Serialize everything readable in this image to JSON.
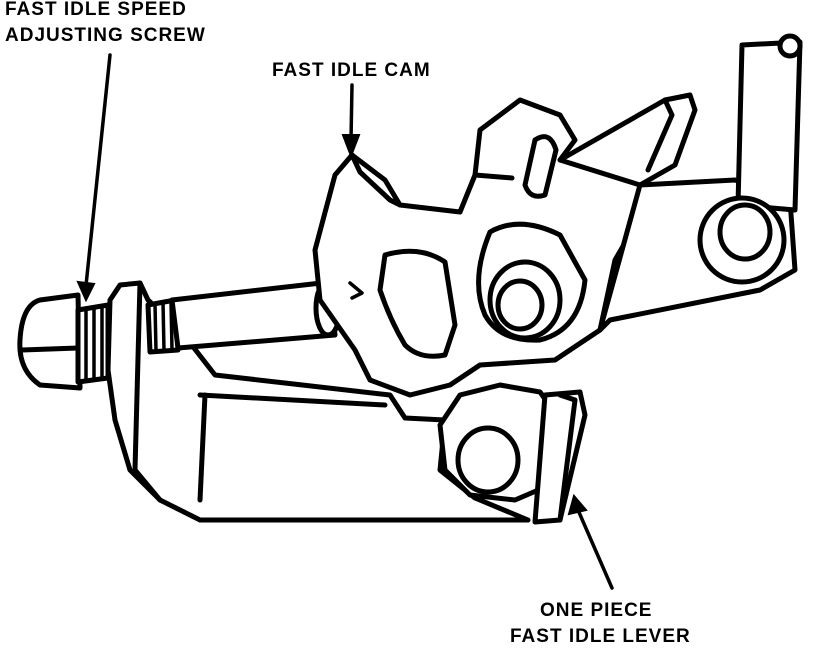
{
  "labels": {
    "screw_line1": "FAST IDLE SPEED",
    "screw_line2": "ADJUSTING SCREW",
    "cam": "FAST IDLE CAM",
    "lever_line1": "ONE PIECE",
    "lever_line2": "FAST IDLE LEVER"
  },
  "colors": {
    "ink": "#000000",
    "paper": "#ffffff"
  }
}
